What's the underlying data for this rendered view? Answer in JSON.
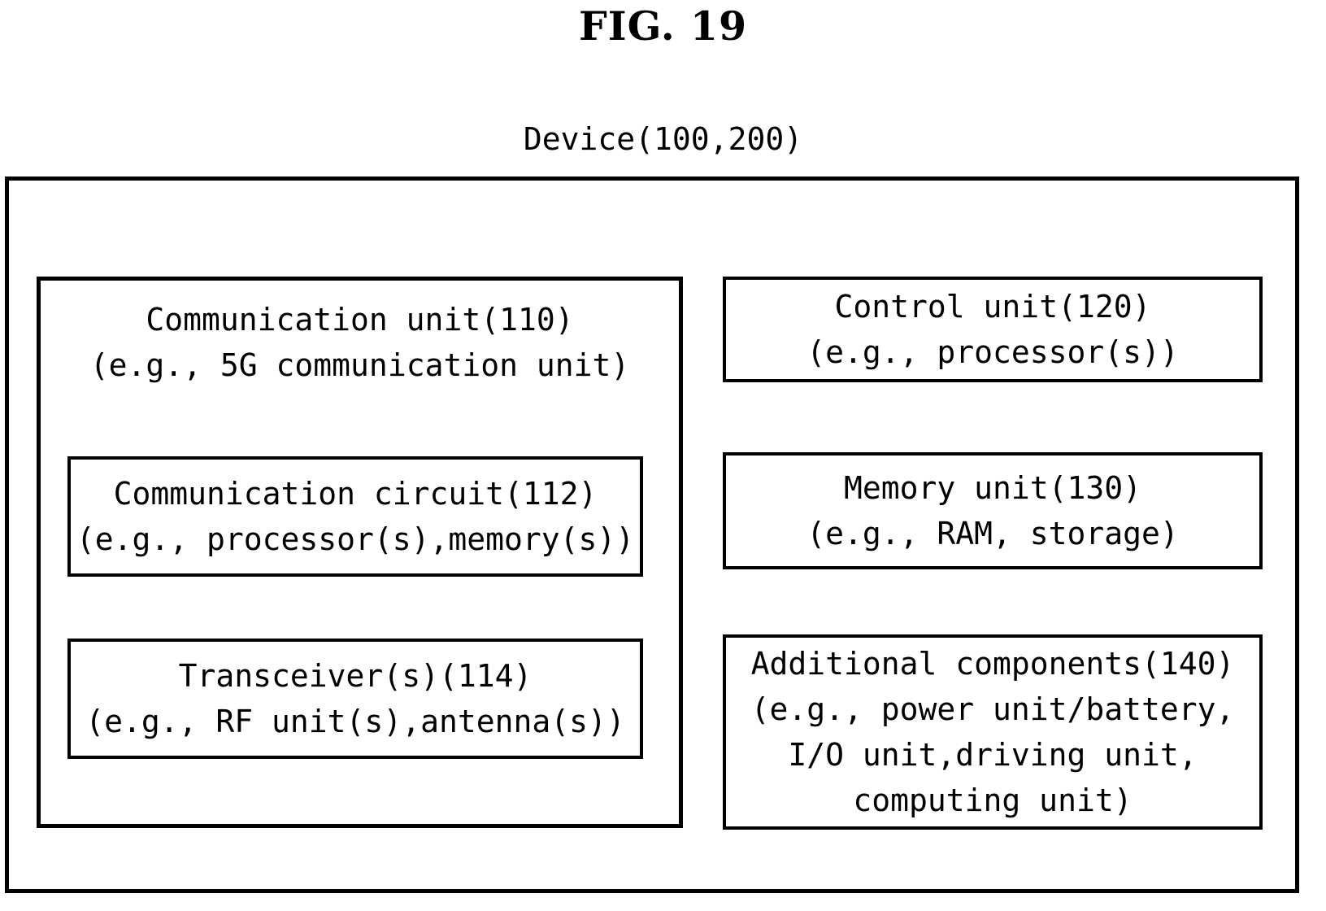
{
  "figure": {
    "title": "FIG. 19",
    "device_caption": "Device(100,200)"
  },
  "device": {
    "communication_unit": {
      "title": "Communication unit(110)",
      "subtitle": "(e.g., 5G communication unit)",
      "children": [
        {
          "id": "communication-circuit",
          "title": "Communication circuit(112)",
          "subtitle": "(e.g., processor(s),memory(s))"
        },
        {
          "id": "transceiver",
          "title": "Transceiver(s)(114)",
          "subtitle": "(e.g., RF unit(s),antenna(s))"
        }
      ]
    },
    "right_column": [
      {
        "id": "control-unit",
        "lines": [
          "Control unit(120)",
          "(e.g., processor(s))"
        ]
      },
      {
        "id": "memory-unit",
        "lines": [
          "Memory unit(130)",
          "(e.g., RAM, storage)"
        ]
      },
      {
        "id": "additional-components",
        "lines": [
          "Additional components(140)",
          "(e.g., power unit/battery,",
          "I/O unit,driving unit,",
          "computing unit)"
        ]
      }
    ]
  },
  "colors": {
    "ink": "#000000",
    "paper": "#ffffff"
  }
}
